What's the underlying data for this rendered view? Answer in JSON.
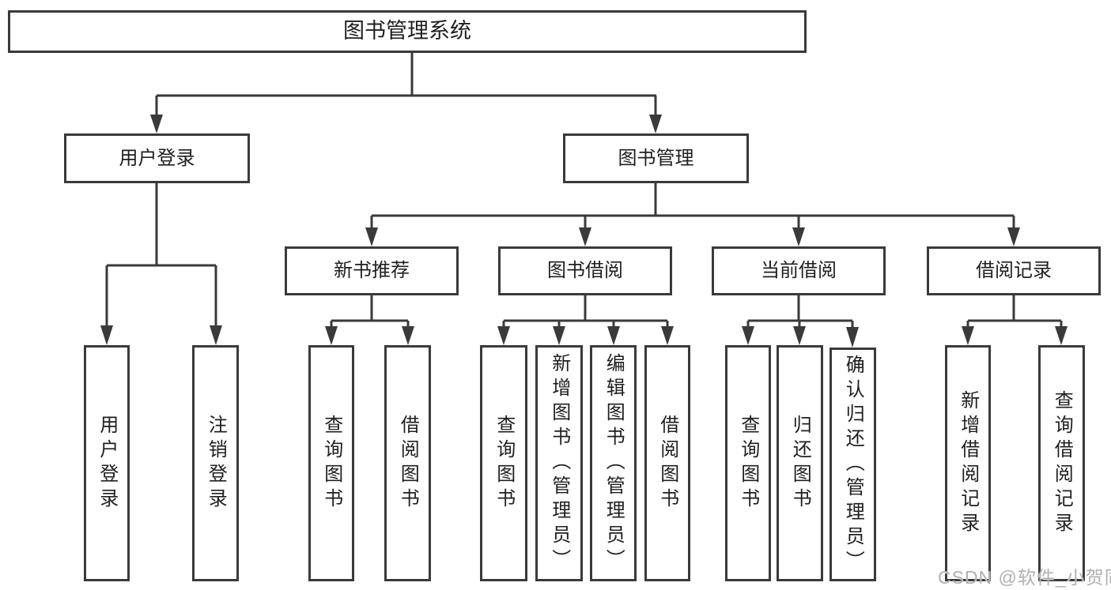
{
  "diagram": {
    "root": {
      "label": "图书管理系统"
    },
    "branches": [
      {
        "label": "用户登录",
        "children": [
          {
            "label": "用户登录"
          },
          {
            "label": "注销登录"
          }
        ]
      },
      {
        "label": "图书管理",
        "children": [
          {
            "label": "新书推荐",
            "children": [
              {
                "label": "查询图书"
              },
              {
                "label": "借阅图书"
              }
            ]
          },
          {
            "label": "图书借阅",
            "children": [
              {
                "label": "查询图书"
              },
              {
                "label": "新增图书（管理员）"
              },
              {
                "label": "编辑图书（管理员）"
              },
              {
                "label": "借阅图书"
              }
            ]
          },
          {
            "label": "当前借阅",
            "children": [
              {
                "label": "查询图书"
              },
              {
                "label": "归还图书"
              },
              {
                "label": "确认归还（管理员）"
              }
            ]
          },
          {
            "label": "借阅记录",
            "children": [
              {
                "label": "新增借阅记录"
              },
              {
                "label": "查询借阅记录"
              }
            ]
          }
        ]
      }
    ]
  },
  "watermark": {
    "text": "CSDN @软件_小贺同学"
  },
  "colors": {
    "line": "#3a3a3a",
    "text": "#1f1f1f",
    "bg": "#ffffff",
    "watermark": "#b0b0b0"
  }
}
